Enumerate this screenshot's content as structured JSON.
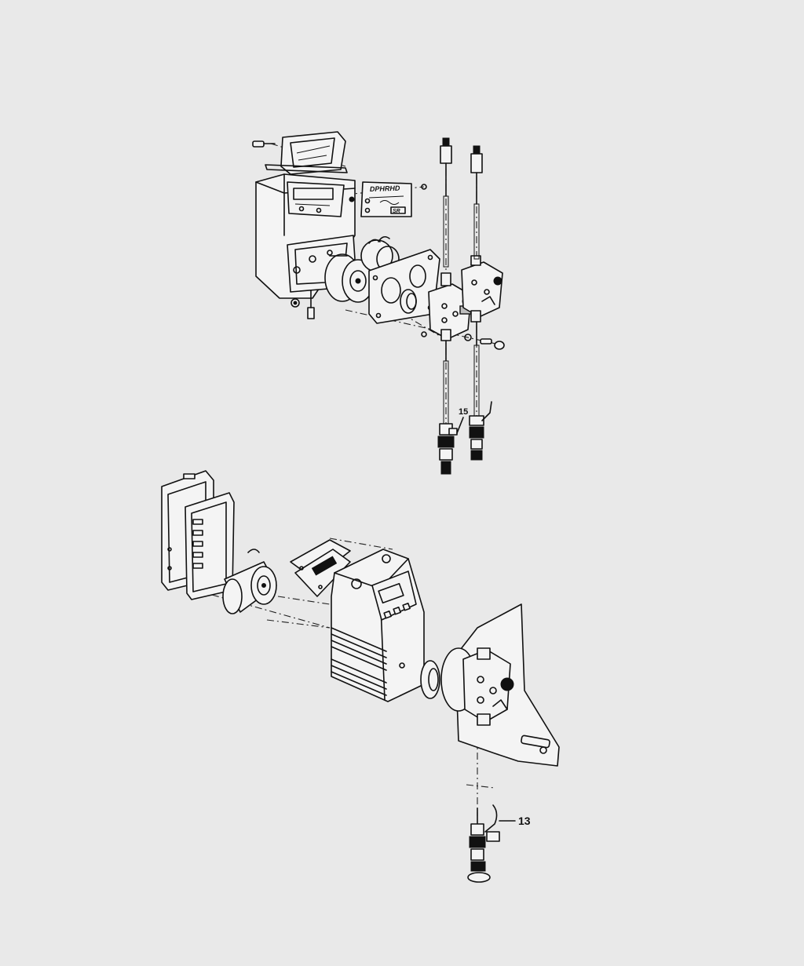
{
  "labels": {
    "nameplate": "DPHRHD",
    "nameplate_logo": "SR",
    "callout_upper": "15",
    "callout_lower": "13"
  },
  "colors": {
    "background": "#e9e9e9",
    "line": "#111111",
    "part_fill": "#f4f4f4"
  }
}
